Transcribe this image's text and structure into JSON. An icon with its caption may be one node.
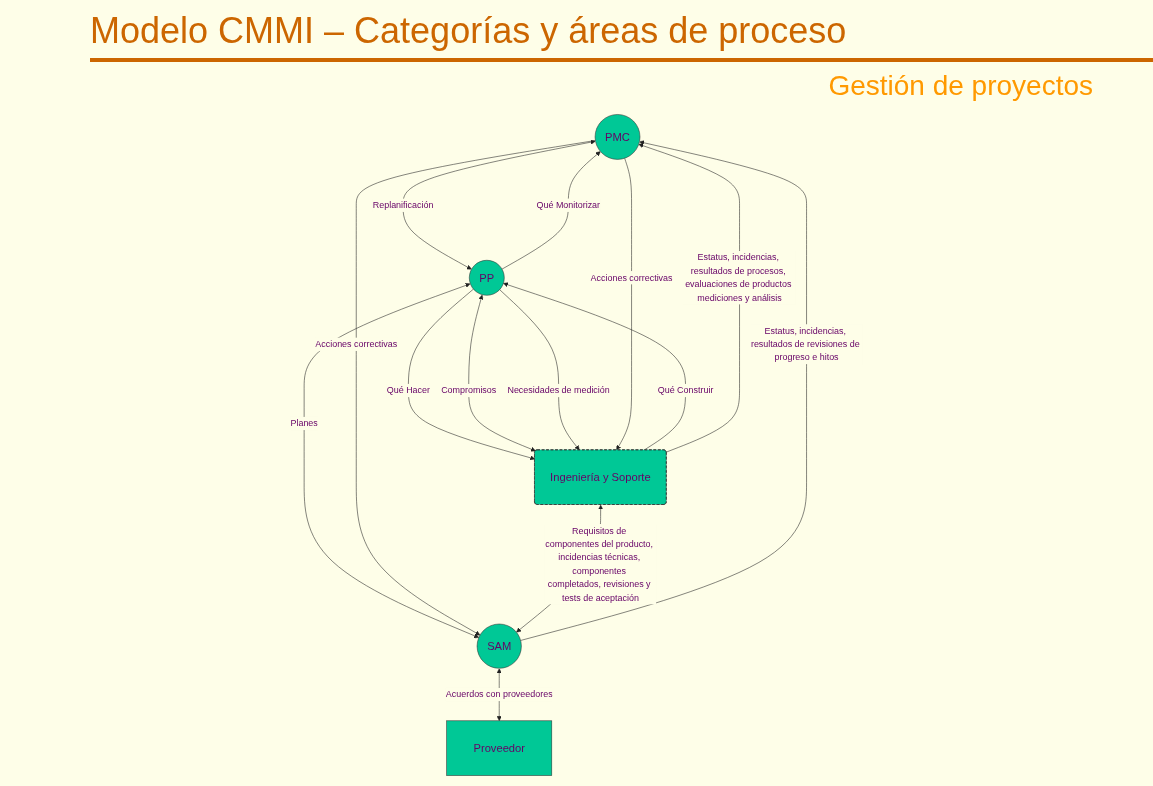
{
  "diagram": {
    "title": "Modelo CMMI – Categorías y áreas de proceso",
    "nodes": [
      {
        "text": [
          "PMC"
        ]
      },
      {
        "text": [
          "PP"
        ]
      },
      {
        "text": [
          "SAM"
        ]
      },
      {
        "text": [
          "Ingeniería y Soporte"
        ]
      },
      {
        "text": [
          "Proveedor"
        ]
      }
    ],
    "edges": [
      {
        "from": 0,
        "to": 1,
        "arrow": "both",
        "label": "Replanificación"
      },
      {
        "from": 1,
        "to": 0,
        "arrow": "to",
        "label": "Qué Monitorizar"
      },
      {
        "from": 1,
        "to": 3,
        "arrow": "to",
        "label": "Qué Hacer"
      },
      {
        "from": 1,
        "to": 3,
        "arrow": "both",
        "label": "Compromisos"
      },
      {
        "from": 1,
        "to": 3,
        "arrow": "to",
        "label": "Necesidades de medición"
      },
      {
        "from": 3,
        "to": 1,
        "arrow": "to",
        "label": "Qué Construir"
      },
      {
        "from": 0,
        "to": 3,
        "arrow": "to",
        "label": "Acciones correctivas"
      },
      {
        "from": 3,
        "to": 0,
        "arrow": "to",
        "label": "Estatus, incidencias, resultados de procesos, evaluaciones de productos mediciones y análisis"
      },
      {
        "from": 1,
        "to": 2,
        "arrow": "both",
        "label": "Planes"
      },
      {
        "from": 0,
        "to": 2,
        "arrow": "to",
        "label": "Acciones correctivas"
      },
      {
        "from": 2,
        "to": 0,
        "arrow": "to",
        "label": "Estatus, incidencias, resultados de revisiones de progreso e hitos"
      },
      {
        "from": 3,
        "to": 2,
        "arrow": "both",
        "label": "Requisitos de componentes del producto, incidencias técnicas, componentes completados, revisiones y tests de aceptación"
      },
      {
        "from": 2,
        "to": 4,
        "arrow": "both",
        "label": "Acuerdos con proveedores"
      }
    ],
    "labels": [
      "Gestión de proyectos"
    ]
  }
}
